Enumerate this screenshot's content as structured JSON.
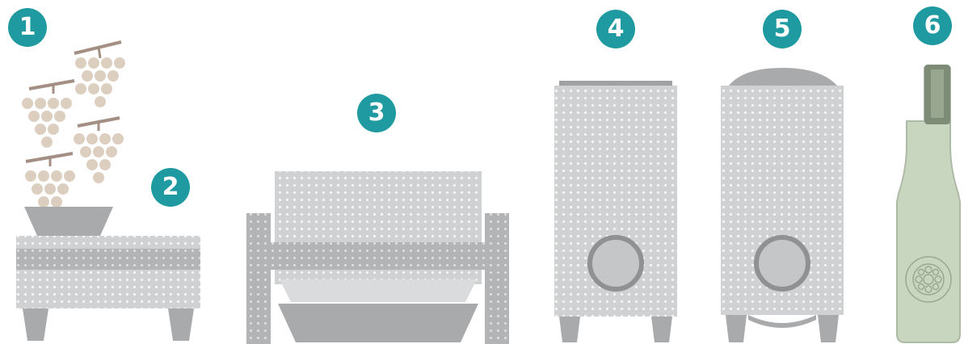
{
  "steps": [
    {
      "number": "1",
      "name": "grapes"
    },
    {
      "number": "2",
      "name": "crusher-destemmer"
    },
    {
      "number": "3",
      "name": "press"
    },
    {
      "number": "4",
      "name": "fermentation-tank"
    },
    {
      "number": "5",
      "name": "aging-tank"
    },
    {
      "number": "6",
      "name": "bottle"
    }
  ],
  "colors": {
    "badge": "#1e9aa0",
    "steel_light": "#cfd1d3",
    "steel_mid": "#b2b4b6",
    "steel_dark": "#8f9193",
    "grape": "#dccfbf",
    "stem": "#a48f84",
    "bottle": "#c9d6bf",
    "bottle_neck": "#7d8c76"
  }
}
